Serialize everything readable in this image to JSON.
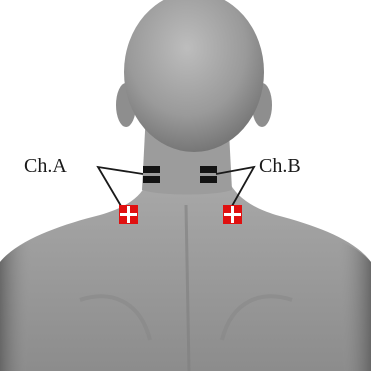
{
  "figure": {
    "description_type": "electrode-placement-diagram",
    "colors": {
      "background": "#ffffff",
      "body_skin": "#9a9a9a",
      "electrode_black": "#141414",
      "electrode_red": "#e01010",
      "label_text": "#1a1a1a"
    }
  },
  "channels": {
    "a": {
      "label": "Ch.A"
    },
    "b": {
      "label": "Ch.B"
    }
  }
}
